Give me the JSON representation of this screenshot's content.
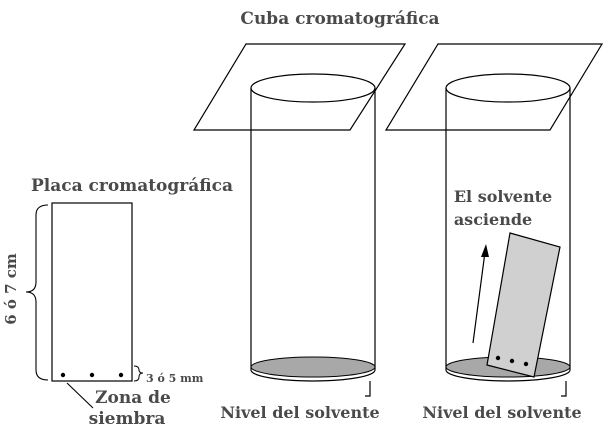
{
  "labels": {
    "cuba_title": "Cuba cromatográfica",
    "placa_title": "Placa cromatográfica",
    "height_dimension": "6 ó 7 cm",
    "seed_margin": "3 ó 5 mm",
    "seed_zone_line1": "Zona de",
    "seed_zone_line2": "siembra",
    "solvent_rises_line1": "El solvente",
    "solvent_rises_line2": "asciende",
    "solvent_level_1": "Nivel del solvente",
    "solvent_level_2": "Nivel del solvente"
  },
  "colors": {
    "text_primary": "#4a4a4a",
    "line": "#000000",
    "solvent_fill": "#a8a8a8",
    "plate_fill": "#d0d0d0",
    "background": "#ffffff"
  }
}
